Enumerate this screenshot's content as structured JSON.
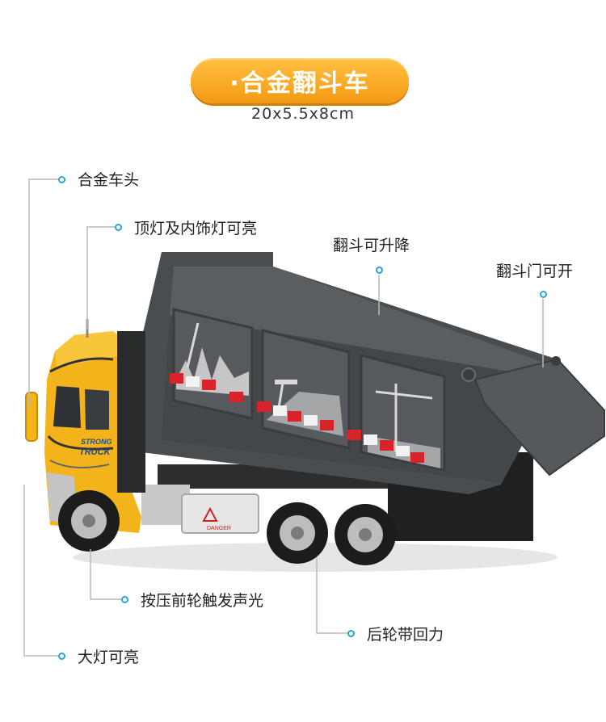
{
  "header": {
    "title": "·合金翻斗车",
    "size": "20x5.5x8cm"
  },
  "callouts": {
    "alloy_cab": "合金车头",
    "top_light": "顶灯及内饰灯可亮",
    "bucket_lift": "翻斗可升降",
    "bucket_door": "翻斗门可开",
    "front_wheel_sound": "按压前轮触发声光",
    "rear_wheel_pullback": "后轮带回力",
    "headlight": "大灯可亮"
  },
  "truck": {
    "cab_text_top": "STRONG",
    "cab_text_bottom": "TRUCK",
    "danger_label": "DANGER"
  },
  "colors": {
    "accent": "#f5a623",
    "cab": "#f2b31b",
    "bucket": "#4a4d50",
    "line": "#2aa3da"
  }
}
